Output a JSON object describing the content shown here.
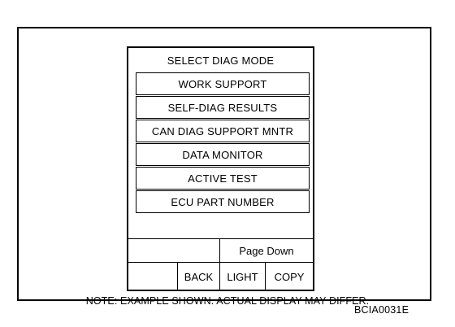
{
  "screen": {
    "title": "SELECT DIAG MODE",
    "menu_items": [
      "WORK SUPPORT",
      "SELF-DIAG RESULTS",
      "CAN DIAG SUPPORT MNTR",
      "DATA MONITOR",
      "ACTIVE TEST",
      "ECU PART NUMBER"
    ],
    "toolbar": {
      "page_down": "Page Down",
      "back": "BACK",
      "light": "LIGHT",
      "copy": "COPY"
    }
  },
  "note": "NOTE: EXAMPLE SHOWN. ACTUAL DISPLAY MAY DIFFER.",
  "figure_code": "BCIA0031E"
}
